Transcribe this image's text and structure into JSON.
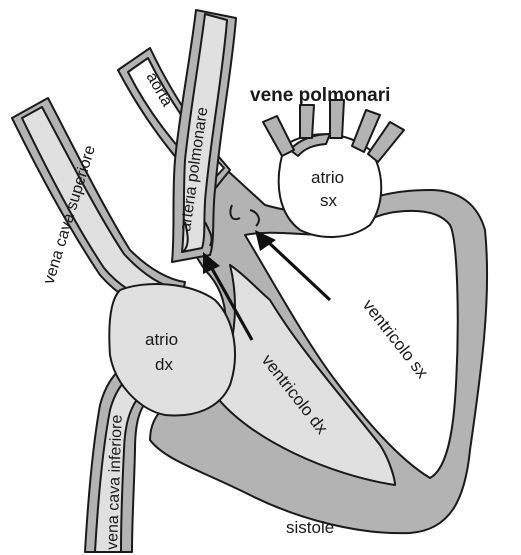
{
  "diagram": {
    "labels": {
      "vena_cava_superiore": "vena cava superiore",
      "vena_cava_inferiore": "vena cava inferiore",
      "aorta": "aorta",
      "arteria_polmonare": "arteria polmonare",
      "vene_polmonari": "vene polmonari",
      "atrio_sx_line1": "atrio",
      "atrio_sx_line2": "sx",
      "atrio_dx_line1": "atrio",
      "atrio_dx_line2": "dx",
      "ventricolo_sx": "ventricolo sx",
      "ventricolo_dx": "ventricolo dx",
      "sistole": "sistole"
    },
    "colors": {
      "wall": "#b3b3b3",
      "right_heart": "#e0e0e0",
      "left_heart": "#ffffff",
      "outline": "#1a1a1a"
    }
  }
}
